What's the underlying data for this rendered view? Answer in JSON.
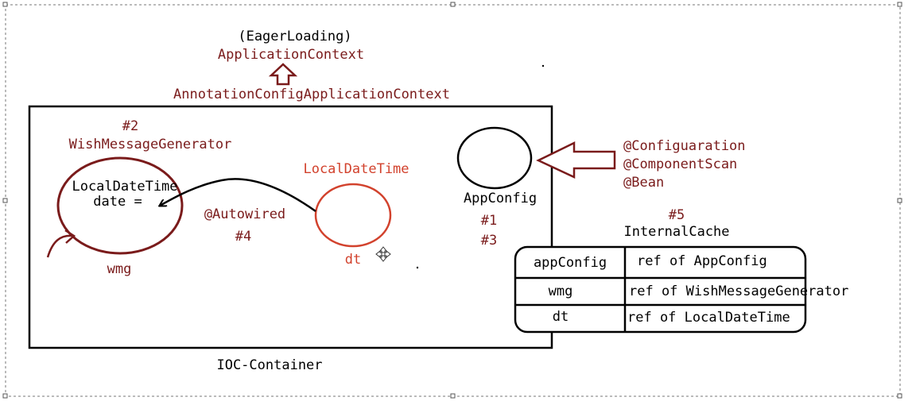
{
  "header": {
    "eager_loading": "(EagerLoading)",
    "application_context": "ApplicationContext",
    "annotation_config_context": "AnnotationConfigApplicationContext"
  },
  "container": {
    "label": "IOC-Container"
  },
  "wmg_bean": {
    "step": "#2",
    "class_name": "WishMessageGenerator",
    "field_line1": "LocalDateTime",
    "field_line2": "date =",
    "var_name": "wmg"
  },
  "dt_bean": {
    "class_name": "LocalDateTime",
    "var_name": "dt"
  },
  "injection": {
    "annotation": "@Autowired",
    "step": "#4"
  },
  "config_bean": {
    "class_name": "AppConfig",
    "step_a": "#1",
    "step_b": "#3"
  },
  "annotations": [
    "@Configuaration",
    "@ComponentScan",
    "@Bean"
  ],
  "cache": {
    "step": "#5",
    "title": "InternalCache",
    "rows": [
      {
        "key": "appConfig",
        "value": "ref of AppConfig"
      },
      {
        "key": "wmg",
        "value": "ref of WishMessageGenerator"
      },
      {
        "key": "dt",
        "value": "ref of LocalDateTime"
      }
    ]
  },
  "colors": {
    "maroon": "#7a1b1b",
    "red": "#d2422d",
    "black": "#000000"
  }
}
